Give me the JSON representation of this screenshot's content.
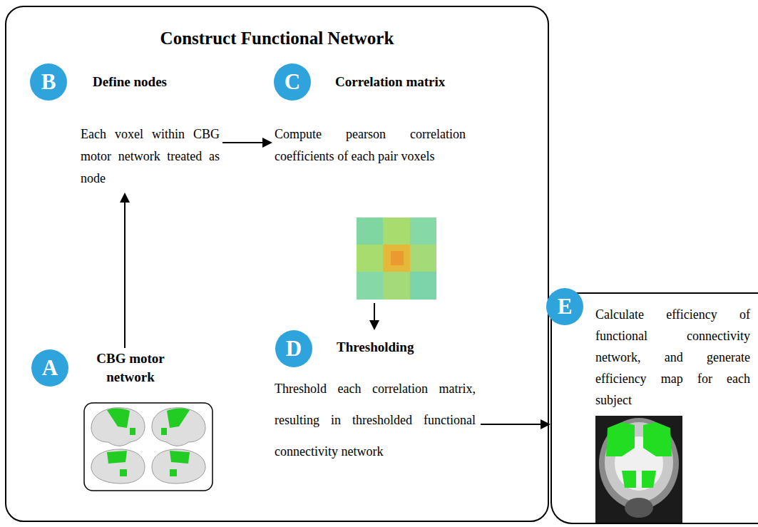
{
  "diagram": {
    "nodes": [
      {
        "text": [
          "Construct Functional Network"
        ]
      },
      {
        "text": [
          "B",
          "Define nodes",
          "Each voxel within CBG motor network treated as node"
        ],
        "in": 0
      },
      {
        "text": [
          "C",
          "Correlation matrix",
          "Compute pearson correlation coefficients of each pair voxels"
        ],
        "in": 0
      },
      {
        "text": [
          "A",
          "CBG motor network"
        ],
        "in": 0
      },
      {
        "text": [
          "D",
          "Thresholding",
          "Threshold each correlation matrix, resulting in thresholded functional connectivity network"
        ],
        "in": 0
      },
      {
        "text": [
          "E",
          "Calculate efficiency of functional connectivity network, and generate efficiency map for each subject"
        ]
      }
    ],
    "edges": [
      {
        "from": 3,
        "to": 1,
        "arrow": "to"
      },
      {
        "from": 1,
        "to": 2,
        "arrow": "to"
      },
      {
        "from": 2,
        "to": 4,
        "arrow": "to"
      },
      {
        "from": 4,
        "to": 5,
        "arrow": "to"
      }
    ]
  }
}
